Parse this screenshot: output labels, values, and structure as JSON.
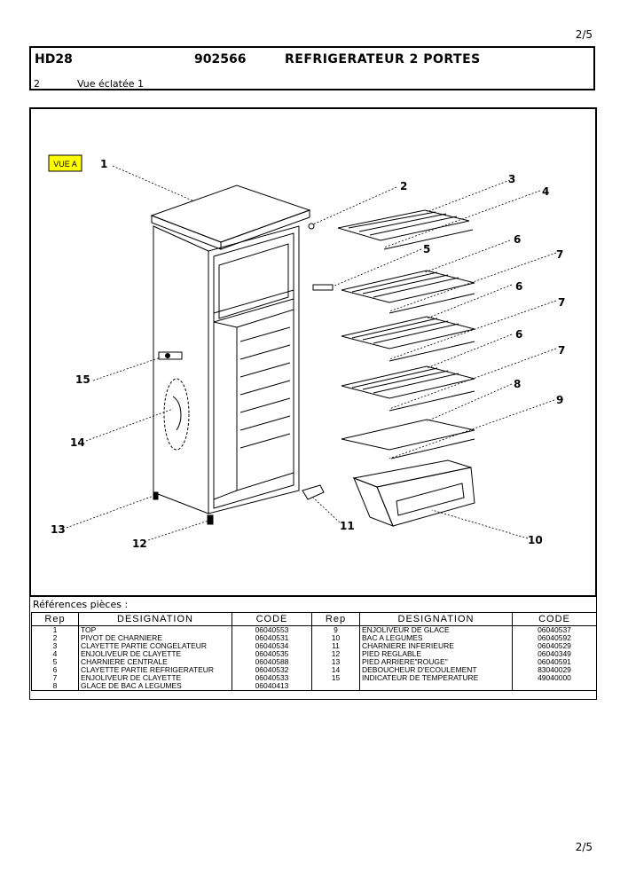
{
  "page": {
    "number_top": "2/5",
    "number_bottom": "2/5"
  },
  "header": {
    "model": "HD28",
    "code": "902566",
    "title": "REFRIGERATEUR 2 PORTES",
    "view_number": "2",
    "view_name": "Vue éclatée 1"
  },
  "diagram": {
    "view_tag": "VUE A",
    "view_tag_color": "#ffff00",
    "labels": [
      "1",
      "2",
      "3",
      "4",
      "5",
      "6",
      "7",
      "6",
      "7",
      "6",
      "7",
      "8",
      "9",
      "10",
      "11",
      "12",
      "13",
      "14",
      "15"
    ]
  },
  "references": {
    "title": "Références pièces  :",
    "headers": [
      "Rep",
      "DESIGNATION",
      "CODE",
      "Rep",
      "DESIGNATION",
      "CODE"
    ],
    "rows": [
      [
        "1",
        "TOP",
        "06040553",
        "9",
        "ENJOLIVEUR DE GLACE",
        "06040537"
      ],
      [
        "2",
        "PIVOT DE CHARNIERE",
        "06040531",
        "10",
        "BAC A LEGUMES",
        "06040592"
      ],
      [
        "3",
        "CLAYETTE PARTIE CONGELATEUR",
        "06040534",
        "11",
        "CHARNIERE INFERIEURE",
        "06040529"
      ],
      [
        "4",
        "ENJOLIVEUR DE CLAYETTE",
        "06040535",
        "12",
        "PIED REGLABLE",
        "06040349"
      ],
      [
        "5",
        "CHARNIERE CENTRALE",
        "06040588",
        "13",
        "PIED ARRIERE\"ROUGE\"",
        "06040591"
      ],
      [
        "6",
        "CLAYETTE PARTIE REFRIGERATEUR",
        "06040532",
        "14",
        "DEBOUCHEUR D'ECOULEMENT",
        "83040029"
      ],
      [
        "7",
        "ENJOLIVEUR DE CLAYETTE",
        "06040533",
        "15",
        "INDICATEUR DE TEMPERATURE",
        "49040000"
      ],
      [
        "8",
        "GLACE DE BAC A LEGUMES",
        "06040413",
        "",
        "",
        " "
      ]
    ]
  }
}
